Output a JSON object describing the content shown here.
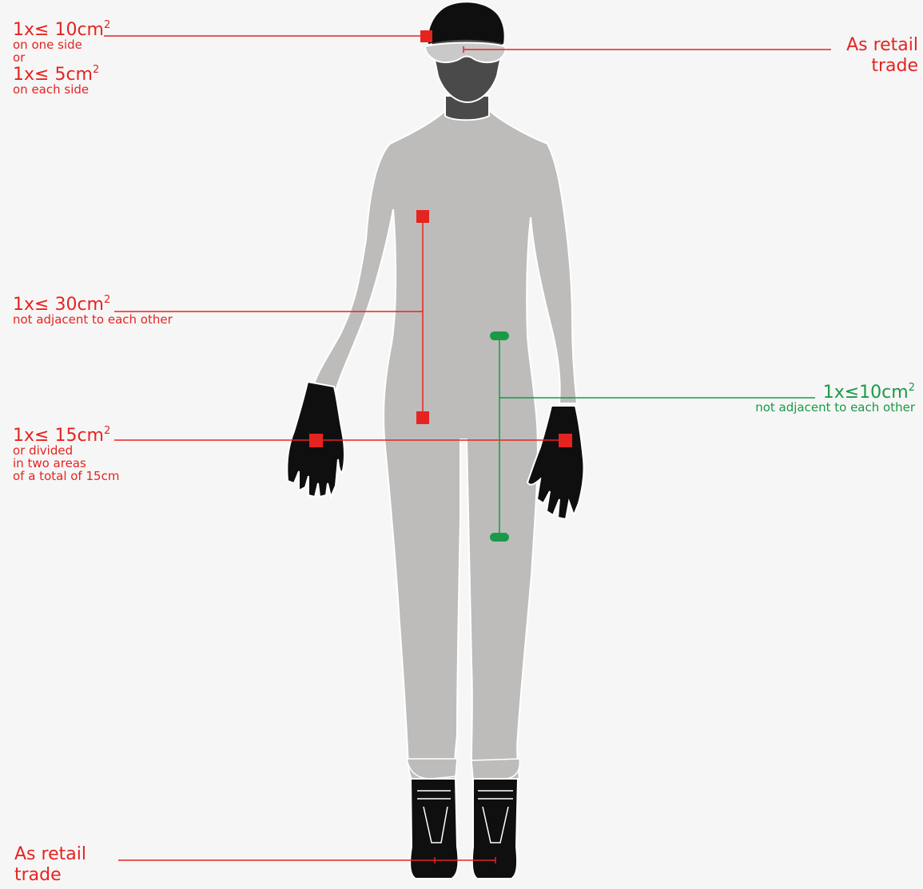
{
  "colors": {
    "accent_red": "#e52420",
    "accent_green": "#1a9a46",
    "suit_gray": "#bdbcbb",
    "gear_black": "#0f0f0f",
    "background": "#f6f6f6"
  },
  "labels": {
    "helmet": {
      "size_prefix": "1x≤ 10cm",
      "size_exp": "2",
      "line1": "on one side",
      "or": "or",
      "size2_prefix": "1x≤ 5cm",
      "size2_exp": "2",
      "line2": "on each side"
    },
    "goggles": {
      "line1": "As retail",
      "line2": "trade"
    },
    "torso": {
      "size_prefix": "1x≤ 30cm",
      "size_exp": "2",
      "note": "not adjacent to each other"
    },
    "leg": {
      "size_prefix": "1x≤10cm",
      "size_exp": "2",
      "note": "not adjacent to each other"
    },
    "gloves": {
      "size_prefix": "1x≤ 15cm",
      "size_exp": "2",
      "line1": "or divided",
      "line2": "in two areas",
      "line3": "of a total of 15cm"
    },
    "boots": {
      "line1": "As retail",
      "line2": "trade"
    }
  }
}
